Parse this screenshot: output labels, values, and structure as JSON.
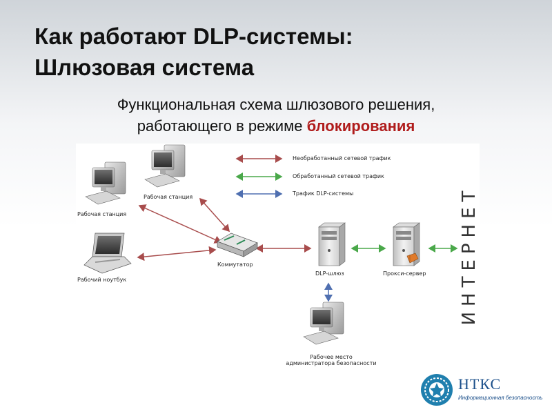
{
  "slide": {
    "title_line1": "Как работают DLP-системы:",
    "title_line2": "Шлюзовая система",
    "subtitle_line1": "Функциональная схема шлюзового решения,",
    "subtitle_line2_plain": "работающего в режиме ",
    "subtitle_line2_highlight": "блокирования"
  },
  "diagram": {
    "legend": [
      {
        "label": "Необработанный сетевой трафик",
        "color": "#a84c4c"
      },
      {
        "label": "Обработанный сетевой трафик",
        "color": "#4aa84a"
      },
      {
        "label": "Трафик DLP-системы",
        "color": "#4f6fb0"
      }
    ],
    "nodes": {
      "workstation1": "Рабочая станция",
      "workstation2": "Рабочая станция",
      "laptop": "Рабочий ноутбук",
      "switch": "Коммутатор",
      "dlp_gateway": "DLP-шлюз",
      "proxy": "Прокси-сервер",
      "admin_line1": "Рабочее место",
      "admin_line2": "администратора безопасности"
    },
    "internet_label": "ИНТЕРНЕТ"
  },
  "logo": {
    "name": "НТКС",
    "tagline": "Информационная безопасность"
  }
}
